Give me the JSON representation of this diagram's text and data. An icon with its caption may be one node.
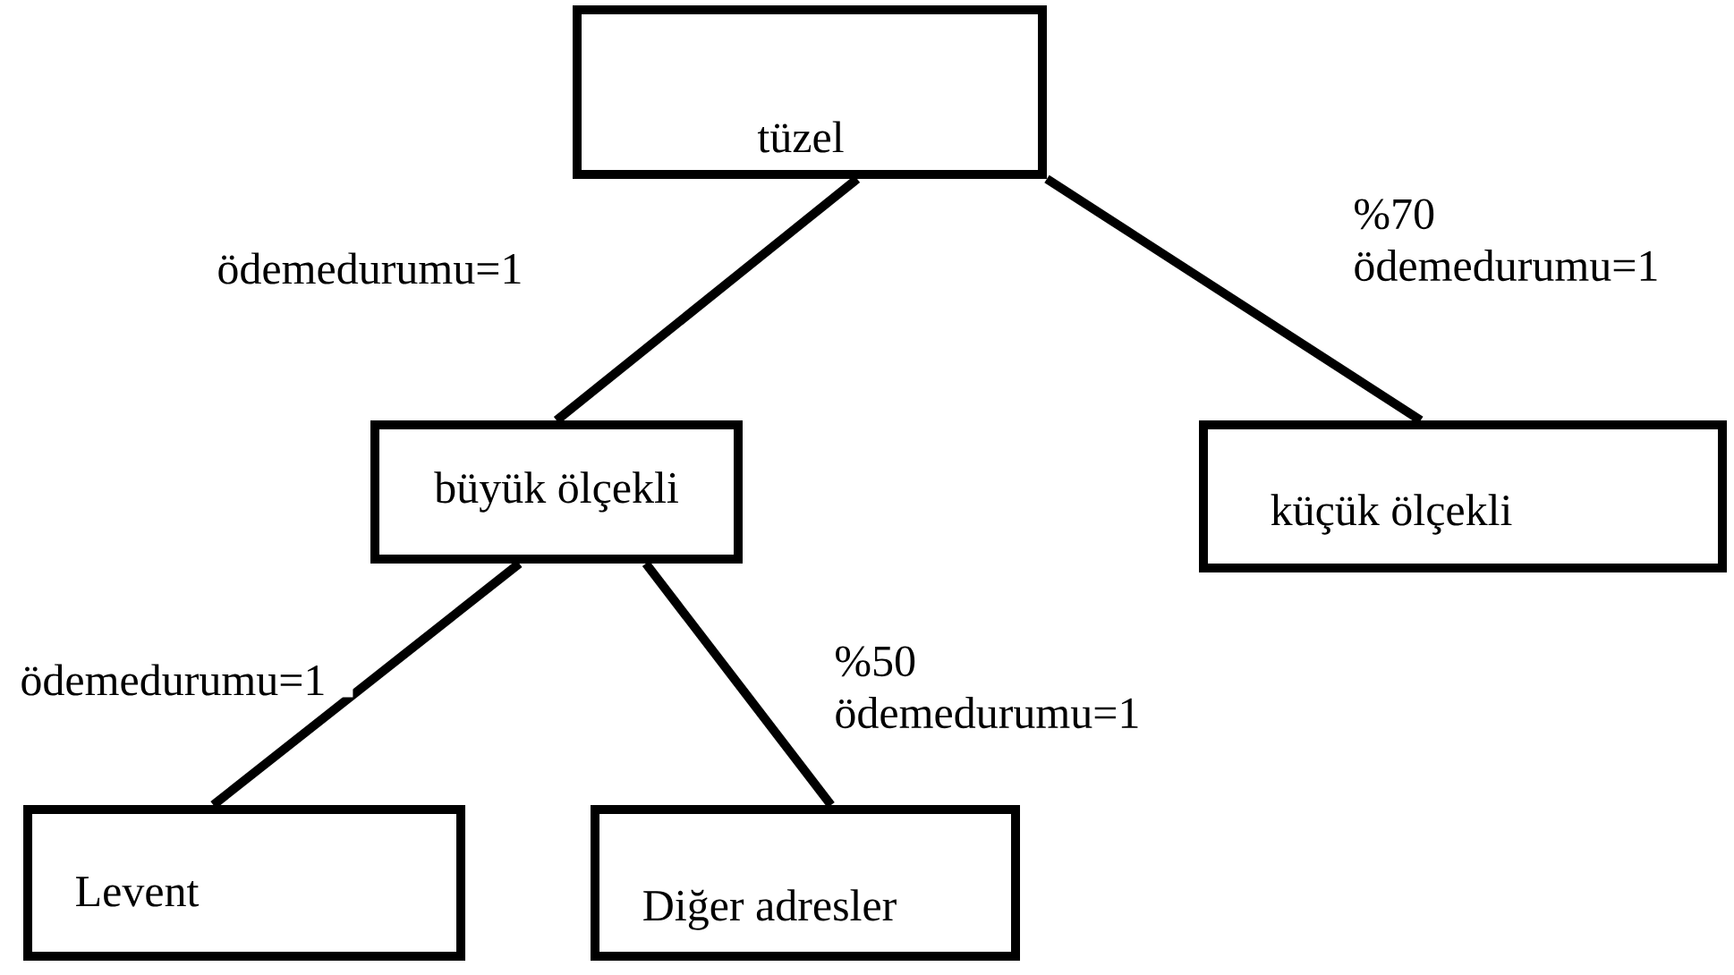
{
  "diagram": {
    "nodes": [
      {
        "text": [
          "tüzel"
        ]
      },
      {
        "text": [
          "büyük ölçekli"
        ]
      },
      {
        "text": [
          "küçük ölçekli"
        ]
      },
      {
        "text": [
          "Levent"
        ]
      },
      {
        "text": [
          "Diğer adresler"
        ]
      }
    ],
    "edges": [
      {
        "from": 0,
        "to": 1,
        "arrow": "none",
        "label": "ödemedurumu=1"
      },
      {
        "from": 0,
        "to": 2,
        "arrow": "none",
        "label": "%70 ödemedurumu=1"
      },
      {
        "from": 1,
        "to": 3,
        "arrow": "none",
        "label": "ödemedurumu=1"
      },
      {
        "from": 1,
        "to": 4,
        "arrow": "none",
        "label": "%50 ödemedurumu=1"
      }
    ]
  }
}
